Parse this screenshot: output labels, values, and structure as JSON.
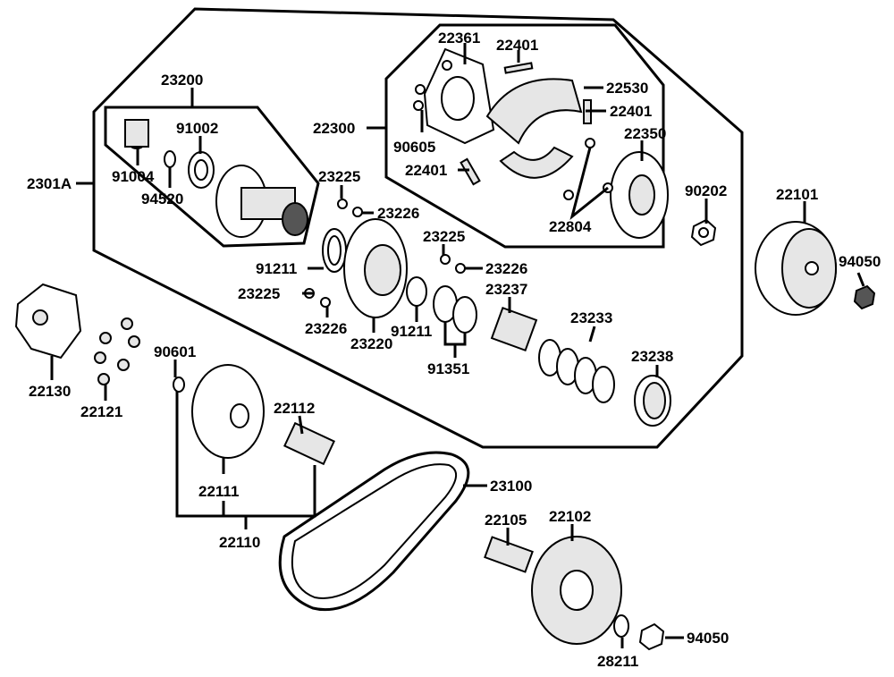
{
  "labels": {
    "p22361": "22361",
    "p22401a": "22401",
    "p22530": "22530",
    "p22401b": "22401",
    "p22300": "22300",
    "p90605": "90605",
    "p22350": "22350",
    "p22401c": "22401",
    "p22804": "22804",
    "p90202": "90202",
    "p22101": "22101",
    "p94050a": "94050",
    "p23200": "23200",
    "p91002": "91002",
    "p91004": "91004",
    "p94520": "94520",
    "p2301A": "2301A",
    "p23225a": "23225",
    "p23226a": "23226",
    "p91211a": "91211",
    "p23225b": "23225",
    "p23226b": "23226",
    "p23225c": "23225",
    "p23237": "23237",
    "p23226c": "23226",
    "p23220": "23220",
    "p91211b": "91211",
    "p23233": "23233",
    "p91351": "91351",
    "p23238": "23238",
    "p22130": "22130",
    "p22121": "22121",
    "p90601": "90601",
    "p22112": "22112",
    "p22111": "22111",
    "p22110": "22110",
    "p23100": "23100",
    "p22105": "22105",
    "p22102": "22102",
    "p94050b": "94050",
    "p28211": "28211"
  }
}
